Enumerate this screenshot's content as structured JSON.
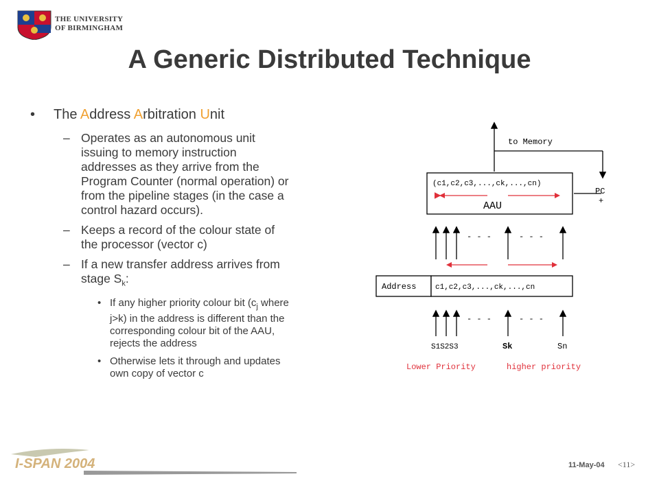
{
  "header": {
    "logo_line1": "THE UNIVERSITY",
    "logo_line2": "OF BIRMINGHAM",
    "title": "A Generic Distributed Technique"
  },
  "bullet": {
    "w1_hl": "A",
    "w1_rest": "ddress ",
    "w2_hl": "A",
    "w2_rest": "rbitration ",
    "w3_hl": "U",
    "w3_rest": "nit",
    "lead": "The "
  },
  "sub1": {
    "line1": "Operates as an autonomous unit",
    "line2": "issuing to memory instruction",
    "line3": "addresses as they arrive from the",
    "line4": "Program Counter (normal operation) or",
    "line5": "from the pipeline stages (in the case a",
    "line6": "control hazard occurs)."
  },
  "sub2": {
    "line1": "Keeps a record of the colour state of",
    "line2": "the processor  (vector c)"
  },
  "sub3": {
    "line1": "If a new transfer address arrives from",
    "line2_pre": "stage S",
    "line2_sub": "k",
    "line2_post": ":"
  },
  "sub3a": {
    "line1_pre": "If  any higher priority colour bit (c",
    "line1_sub": "j",
    "line1_post": " where",
    "line2": "j>k) in the address is different than the",
    "line3": "corresponding colour bit of the AAU,",
    "line4": "rejects the address"
  },
  "sub3b": {
    "line1": "Otherwise lets it through and updates",
    "line2": "own copy of vector c"
  },
  "diagram": {
    "to_memory": "to Memory",
    "vector_top": "(c1,c2,c3,...,ck,...,cn)",
    "aau": "AAU",
    "pc": "PC",
    "plus": "+",
    "dots1": "- - -",
    "dots2": "- - -",
    "address": "Address",
    "vector_bottom": "c1,c2,c3,...,ck,...,cn",
    "dots3": "- - -",
    "dots4": "- - -",
    "s123": "S1S2S3",
    "sk": "Sk",
    "sn": "Sn",
    "lower": "Lower Priority",
    "higher": "higher priority",
    "accent": "#e0303a"
  },
  "footer": {
    "logo_text": "I-SPAN 2004",
    "date": "11-May-04",
    "page": "<11>"
  }
}
